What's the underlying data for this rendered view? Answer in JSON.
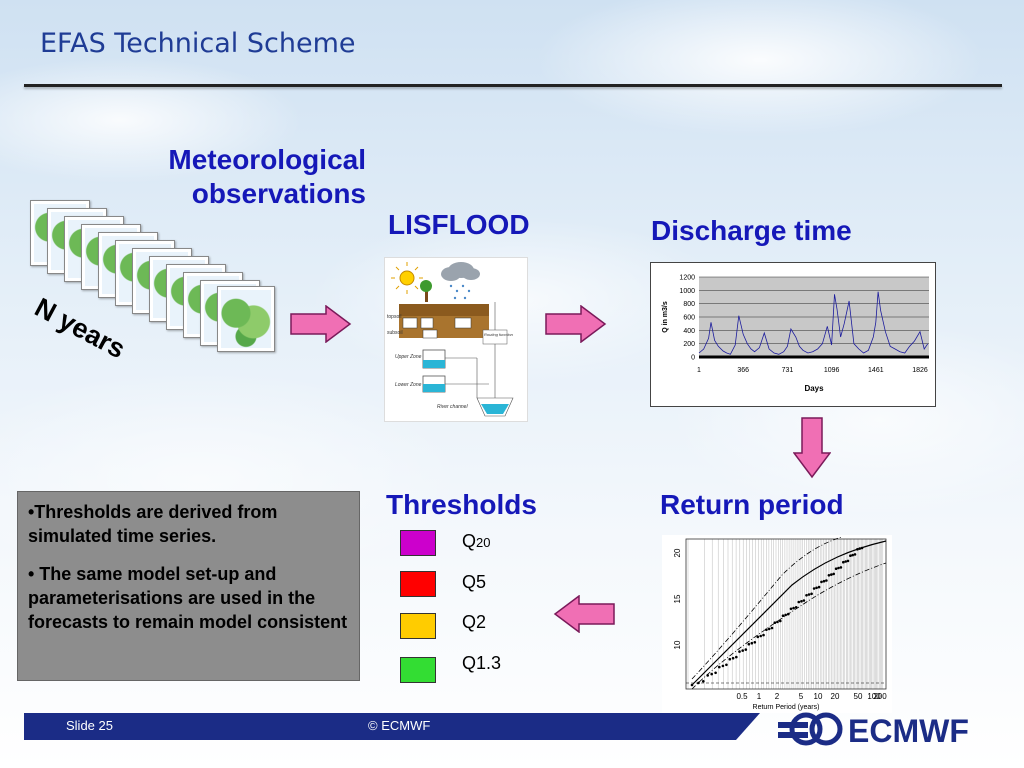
{
  "slide": {
    "title": "EFAS Technical Scheme",
    "footer_slide": "Slide 25",
    "footer_copyright": "© ECMWF",
    "logo_text": "ECMWF"
  },
  "diagram": {
    "met_obs": "Meteorological observations",
    "met_obs_line1": "Meteorological",
    "met_obs_line2": "observations",
    "n_years": "N years",
    "lisflood": "LISFLOOD",
    "discharge": "Discharge time",
    "thresholds": "Thresholds",
    "return_period": "Return period",
    "lisflood_labels": {
      "topsoil": "topsoil",
      "subsoil": "subsoil",
      "upper_zone": "Upper Zone",
      "lower_zone": "Lower Zone",
      "routing": "Routing function",
      "river": "River channel"
    }
  },
  "thresholds": [
    {
      "sub_main": "Q",
      "sub": "20",
      "label": "Q20",
      "color": "#cc00cc"
    },
    {
      "sub_main": "Q5",
      "sub": "",
      "label": "Q5",
      "color": "#ff0000"
    },
    {
      "sub_main": "Q2",
      "sub": "",
      "label": "Q2",
      "color": "#ffcc00"
    },
    {
      "sub_main": "Q1.3",
      "sub": "",
      "label": "Q1.3",
      "color": "#33dd33"
    }
  ],
  "info": {
    "bullet1": "•Thresholds are derived from simulated time series.",
    "bullet2": "• The same model set-up and parameterisations are used in the forecasts to remain model consistent"
  },
  "colors": {
    "accent_blue": "#1518b8",
    "title_blue": "#1f3c95",
    "arrow_pink": "#f06fb4",
    "footer_navy": "#1b2c86"
  },
  "chart_data": [
    {
      "type": "line",
      "ylabel": "Q in m3/s",
      "xlabel": "Days",
      "ylim": [
        0,
        1200
      ],
      "yticks": [
        0,
        200,
        400,
        600,
        800,
        1000,
        1200
      ],
      "xticks": [
        "1",
        "366",
        "731",
        "1096",
        "1461",
        "1826"
      ],
      "xlim": [
        1,
        1900
      ],
      "grid": true,
      "series": [
        {
          "x": [
            1,
            40,
            80,
            100,
            130,
            160,
            200,
            230,
            260,
            300,
            330,
            366,
            400,
            430,
            460,
            500,
            540,
            580,
            620,
            660,
            700,
            731,
            760,
            800,
            830,
            860,
            900,
            940,
            980,
            1020,
            1060,
            1096,
            1120,
            1140,
            1170,
            1200,
            1240,
            1280,
            1320,
            1360,
            1400,
            1440,
            1461,
            1480,
            1500,
            1540,
            1580,
            1620,
            1660,
            1700,
            1740,
            1780,
            1826,
            1860,
            1890
          ],
          "values": [
            60,
            120,
            280,
            520,
            250,
            160,
            90,
            60,
            40,
            180,
            620,
            340,
            200,
            120,
            80,
            140,
            360,
            120,
            60,
            40,
            80,
            160,
            420,
            300,
            160,
            100,
            60,
            80,
            120,
            200,
            460,
            180,
            940,
            720,
            300,
            500,
            840,
            200,
            120,
            60,
            100,
            300,
            520,
            980,
            700,
            380,
            160,
            120,
            80,
            60,
            160,
            240,
            380,
            120,
            200
          ]
        }
      ]
    },
    {
      "type": "scatter",
      "xlabel": "Return Period (years)",
      "xticks": [
        "0.5",
        "1",
        "2",
        "5",
        "10",
        "20",
        "50",
        "100",
        "200"
      ],
      "yticks": [
        "10",
        "15",
        "20"
      ],
      "grid": true
    }
  ]
}
